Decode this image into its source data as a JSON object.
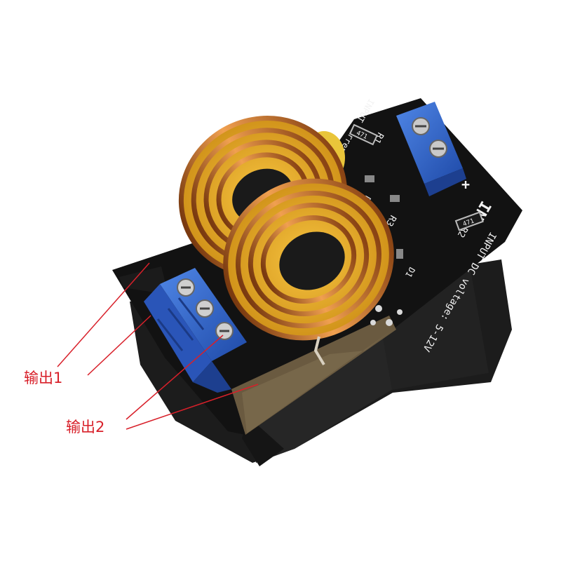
{
  "labels": {
    "output1": "输出1",
    "output2": "输出2"
  },
  "board": {
    "silkscreen_voltage": "INPUT DC voltage: 5-12V",
    "silkscreen_current": "INPUT current",
    "silkscreen_in": "IN",
    "r1": "R1",
    "r2": "R2",
    "r3": "R3",
    "d2": "D2",
    "d1": "D1",
    "smd_code_a": "471",
    "smd_code_b": "471",
    "plus_mark": "+"
  },
  "colors": {
    "callout_red": "#d8202a",
    "pcb_black": "#111111",
    "terminal_blue": "#2f62c8",
    "copper": "#c8742a",
    "core_yellow": "#e9a81c"
  }
}
